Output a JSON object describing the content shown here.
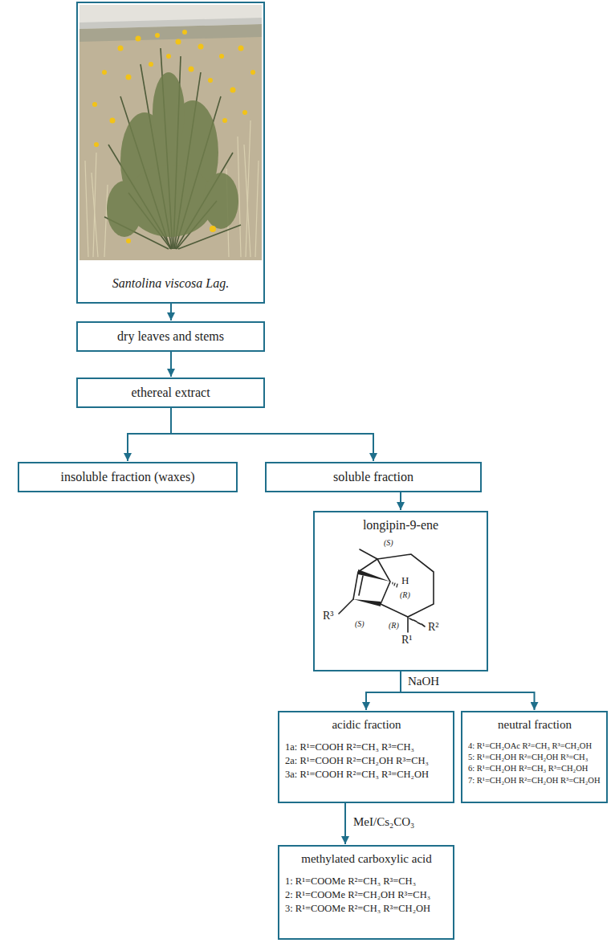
{
  "diagram": {
    "nodes": [
      {
        "text": [
          "Santolina viscosa Lag."
        ]
      },
      {
        "text": [
          "dry leaves and stems"
        ]
      },
      {
        "text": [
          "ethereal extract"
        ]
      },
      {
        "text": [
          "insoluble fraction (waxes)"
        ]
      },
      {
        "text": [
          "soluble fraction"
        ]
      },
      {
        "text": [
          "longipin-9-ene"
        ]
      },
      {
        "text": [
          "acidic fraction",
          "1a: R¹=COOH R²=CH₃ R³=CH₃",
          "2a: R¹=COOH R²=CH₂OH R³=CH₃",
          "3a: R¹=COOH R²=CH₃ R³=CH₂OH"
        ]
      },
      {
        "text": [
          "neutral fraction",
          "4: R¹=CH₂OAc R²=CH₃ R³=CH₂OH",
          "5: R¹=CH₂OH R²=CH₂OH R³=CH₃",
          "6: R¹=CH₂OH R²=CH₃ R³=CH₂OH",
          "7: R¹=CH₂OH R²=CH₂OH R³=CH₂OH"
        ]
      },
      {
        "text": [
          "methylated carboxylic acid",
          "1: R¹=COOMe R²=CH₃ R³=CH₃",
          "2: R¹=COOMe R²=CH₂OH R³=CH₃",
          "3: R¹=COOMe R²=CH₃ R³=CH₂OH"
        ]
      }
    ],
    "edges": [
      {
        "from": 0,
        "to": 1,
        "arrow": "to"
      },
      {
        "from": 1,
        "to": 2,
        "arrow": "to"
      },
      {
        "from": 2,
        "to": 3,
        "arrow": "to"
      },
      {
        "from": 2,
        "to": 4,
        "arrow": "to"
      },
      {
        "from": 4,
        "to": 5,
        "arrow": "to"
      },
      {
        "from": 5,
        "to": 6,
        "arrow": "to",
        "label": "NaOH"
      },
      {
        "from": 5,
        "to": 7,
        "arrow": "to"
      },
      {
        "from": 6,
        "to": 8,
        "arrow": "to",
        "label": "MeI/Cs₂CO₃"
      }
    ],
    "labels": [
      "(S)",
      "H",
      "(R)",
      "(S)",
      "(R)",
      "R³",
      "R¹",
      "R²"
    ]
  }
}
